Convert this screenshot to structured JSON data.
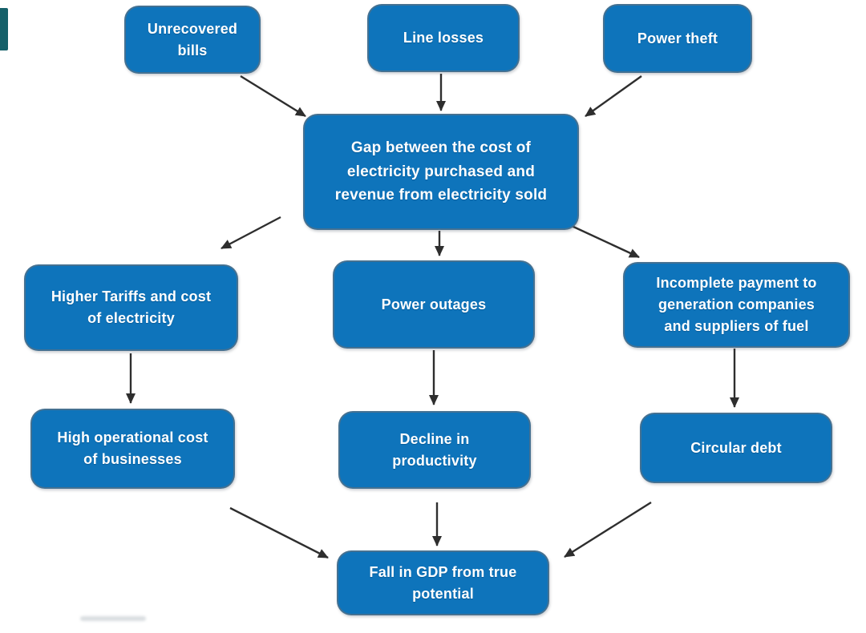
{
  "figure": {
    "description": "Flowchart of causes and effects of the gap between electricity cost and revenue",
    "colors": {
      "node_fill": "#0e74bb",
      "node_border": "#62707c",
      "node_text": "#ffffff",
      "arrow": "#2e2e2e",
      "background": "#ffffff",
      "corner_tab": "#156069"
    },
    "nodes": [
      {
        "id": "unrecovered-bills",
        "label": "Unrecovered\nbills"
      },
      {
        "id": "line-losses",
        "label": "Line losses"
      },
      {
        "id": "power-theft",
        "label": "Power theft"
      },
      {
        "id": "gap",
        "label": "Gap between the cost of\nelectricity purchased and\nrevenue from electricity sold"
      },
      {
        "id": "higher-tariffs",
        "label": "Higher Tariffs and cost\nof electricity"
      },
      {
        "id": "power-outages",
        "label": "Power outages"
      },
      {
        "id": "incomplete-payment",
        "label": "Incomplete payment to\ngeneration companies\nand suppliers of fuel"
      },
      {
        "id": "high-operational-cost",
        "label": "High operational cost\nof businesses"
      },
      {
        "id": "decline-productivity",
        "label": "Decline in\nproductivity"
      },
      {
        "id": "circular-debt",
        "label": "Circular debt"
      },
      {
        "id": "fall-gdp",
        "label": "Fall in GDP from true\npotential"
      }
    ],
    "edges": [
      {
        "from": "unrecovered-bills",
        "to": "gap"
      },
      {
        "from": "line-losses",
        "to": "gap"
      },
      {
        "from": "power-theft",
        "to": "gap"
      },
      {
        "from": "gap",
        "to": "higher-tariffs"
      },
      {
        "from": "gap",
        "to": "power-outages"
      },
      {
        "from": "gap",
        "to": "incomplete-payment"
      },
      {
        "from": "higher-tariffs",
        "to": "high-operational-cost"
      },
      {
        "from": "power-outages",
        "to": "decline-productivity"
      },
      {
        "from": "incomplete-payment",
        "to": "circular-debt"
      },
      {
        "from": "high-operational-cost",
        "to": "fall-gdp"
      },
      {
        "from": "decline-productivity",
        "to": "fall-gdp"
      },
      {
        "from": "circular-debt",
        "to": "fall-gdp"
      }
    ]
  }
}
